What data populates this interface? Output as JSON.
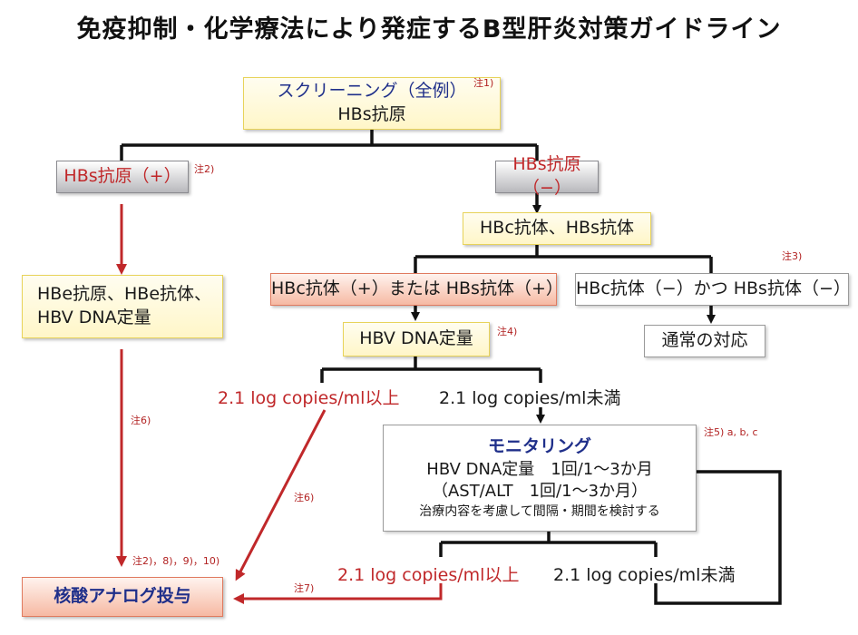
{
  "title": "免疫抑制・化学療法により発症するB型肝炎対策ガイドライン",
  "nodes": {
    "screening": {
      "line1": "スクリーニング（全例）",
      "line2": "HBs抗原"
    },
    "hbs_pos": "HBs抗原（+）",
    "hbs_neg": "HBs抗原（−）",
    "hbc_hbs_ab": "HBc抗体、HBs抗体",
    "hbe_test": {
      "line1": "HBe抗原、HBe抗体、",
      "line2": "HBV DNA定量"
    },
    "either_pos": "HBc抗体（+）または HBs抗体（+）",
    "both_neg": "HBc抗体（−）かつ HBs抗体（−）",
    "dna_quant": "HBV DNA定量",
    "usual": "通常の対応",
    "monitoring": {
      "title": "モニタリング",
      "line1": "HBV DNA定量　1回/1〜3か月",
      "line2": "（AST/ALT　1回/1〜3か月）",
      "line3": "治療内容を考慮して間隔・期間を検討する"
    },
    "nucleic": "核酸アナログ投与"
  },
  "labels": {
    "high1": "2.1 log copies/ml以上",
    "low1": "2.1 log copies/ml未満",
    "high2": "2.1 log copies/ml以上",
    "low2": "2.1 log copies/ml未満"
  },
  "notes": {
    "n1": "注1)",
    "n2": "注2)",
    "n3": "注3)",
    "n4": "注4)",
    "n5": "注5) a, b, c",
    "n6a": "注6)",
    "n6b": "注6)",
    "n7": "注7)",
    "n8": "注2)，8)，9)，10)"
  },
  "colors": {
    "black_line": "#111111",
    "red_line": "#c0282a",
    "navy_text": "#1f2f8a",
    "red_text": "#c0282a"
  }
}
